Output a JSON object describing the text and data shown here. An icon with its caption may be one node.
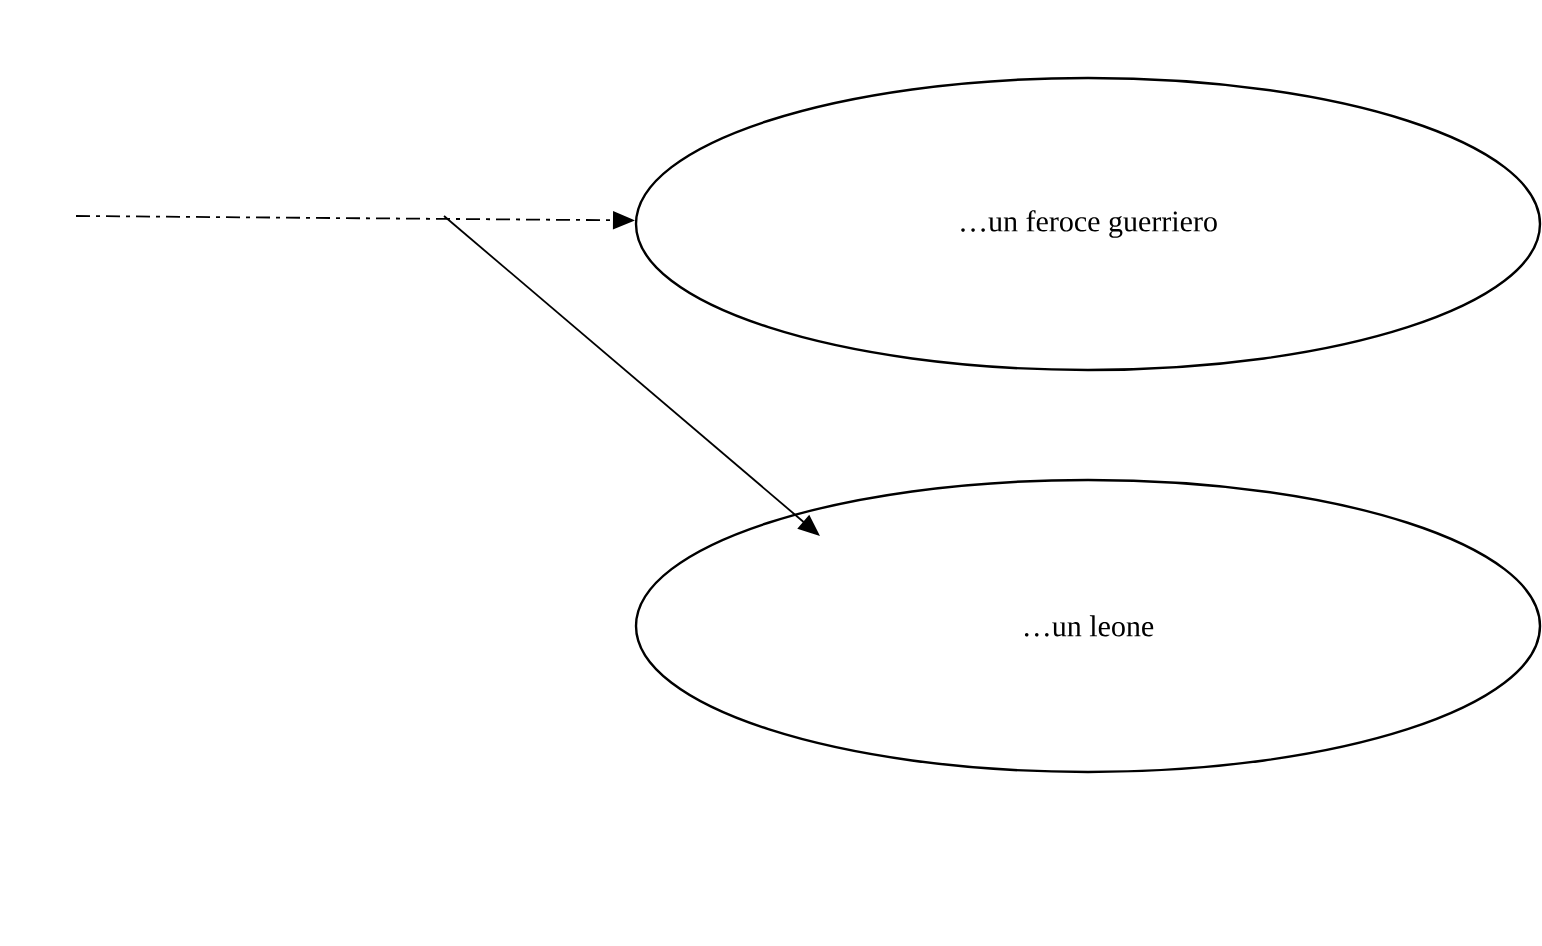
{
  "diagram": {
    "nodes": [
      {
        "text": [
          "…un feroce guerriero"
        ]
      },
      {
        "text": [
          "…un leone"
        ]
      }
    ],
    "edges": [
      {
        "from": null,
        "to": 0,
        "arrow": "to",
        "style": "dashed"
      },
      {
        "from": null,
        "to": 1,
        "arrow": "to"
      }
    ]
  }
}
